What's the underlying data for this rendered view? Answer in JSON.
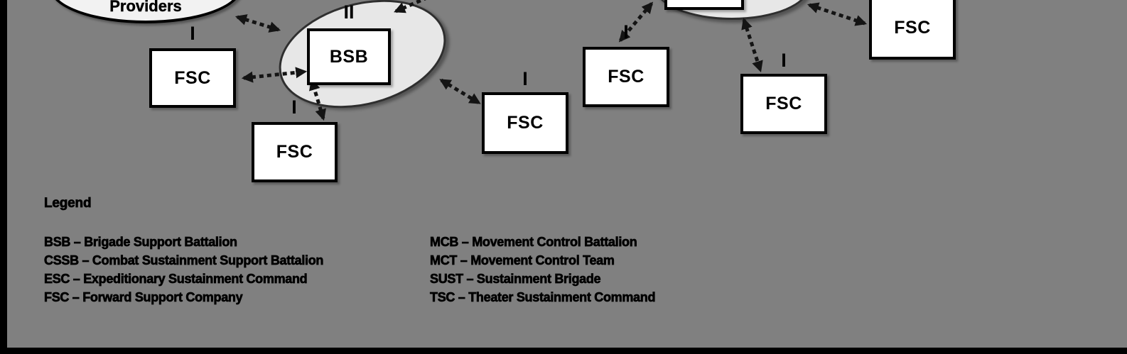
{
  "diagram": {
    "providers": {
      "label": "Providers"
    },
    "bsb": {
      "echelon": "II",
      "label": "BSB"
    },
    "fsc_nodes": [
      {
        "echelon": "I",
        "label": "FSC"
      },
      {
        "echelon": "I",
        "label": "FSC"
      },
      {
        "echelon": "I",
        "label": "FSC"
      },
      {
        "echelon": "I",
        "label": "FSC"
      },
      {
        "echelon": "I",
        "label": "FSC"
      },
      {
        "echelon": "",
        "label": "FSC"
      }
    ]
  },
  "legend": {
    "title": "Legend",
    "columns": [
      {
        "entries": [
          "BSB – Brigade Support Battalion",
          "CSSB – Combat Sustainment Support Battalion",
          "ESC – Expeditionary Sustainment Command",
          "FSC – Forward Support Company"
        ]
      },
      {
        "entries": [
          "MCB – Movement Control Battalion",
          "MCT – Movement Control Team",
          "SUST – Sustainment Brigade",
          "TSC – Theater Sustainment Command"
        ]
      }
    ]
  },
  "colors": {
    "background": "#808080",
    "node_fill": "#ffffff",
    "ellipse_fill": "#e7e7e7",
    "line": "#141414"
  }
}
